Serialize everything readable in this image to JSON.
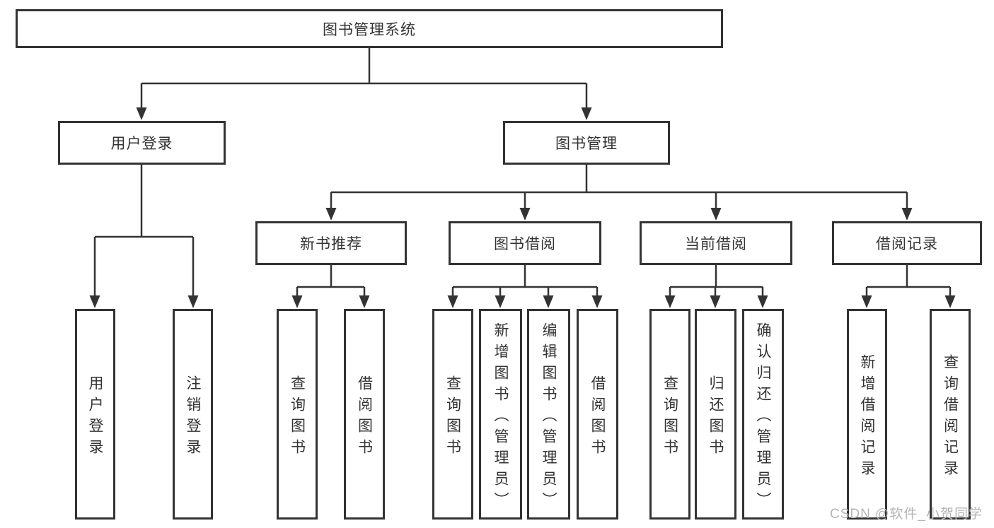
{
  "tree": {
    "root": "图书管理系统",
    "branches": [
      {
        "label": "用户登录",
        "leaves": [
          "用户登录",
          "注销登录"
        ]
      },
      {
        "label": "图书管理",
        "groups": [
          {
            "label": "新书推荐",
            "leaves": [
              "查询图书",
              "借阅图书"
            ]
          },
          {
            "label": "图书借阅",
            "leaves": [
              "查询图书",
              "新增图书（管理员）",
              "编辑图书（管理员）",
              "借阅图书"
            ]
          },
          {
            "label": "当前借阅",
            "leaves": [
              "查询图书",
              "归还图书",
              "确认归还（管理员）"
            ]
          },
          {
            "label": "借阅记录",
            "leaves": [
              "新增借阅记录",
              "查询借阅记录"
            ]
          }
        ]
      }
    ]
  },
  "watermark": "CSDN @软件_小贺同学",
  "colors": {
    "line": "#333333",
    "box_border": "#333333",
    "box_background": "#ffffff",
    "text": "#333333",
    "watermark_text": "#b5b5b5",
    "page_background": "#ffffff"
  }
}
